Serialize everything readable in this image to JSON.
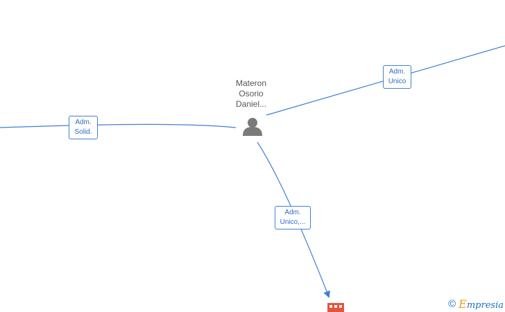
{
  "person": {
    "name_lines": [
      "Materon",
      "Osorio",
      "Daniel..."
    ],
    "icon": "person-icon"
  },
  "edges": {
    "solid": {
      "line1": "Adm.",
      "line2": "Solid."
    },
    "unico": {
      "line1": "Adm.",
      "line2": "Unico"
    },
    "unico2": {
      "line1": "Adm.",
      "line2": "Unico,..."
    }
  },
  "company": {
    "icon": "building-icon",
    "color": "#e8533a"
  },
  "watermark": {
    "copyright": "©",
    "brand_initial": "E",
    "brand_rest": "mpresia"
  },
  "colors": {
    "edge": "#3f7fd6",
    "person": "#7a7a7a"
  }
}
